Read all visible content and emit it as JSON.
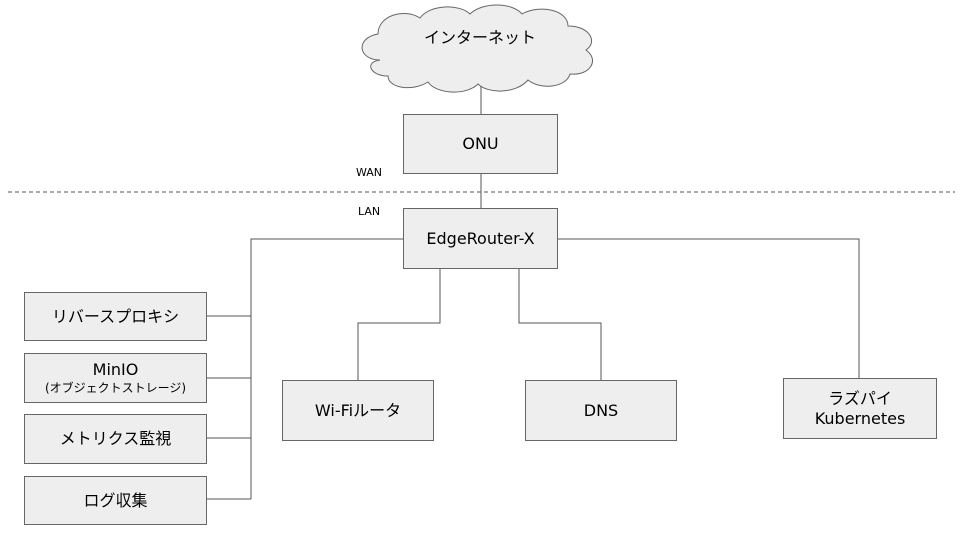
{
  "internet": {
    "label": "インターネット"
  },
  "onu": {
    "label": "ONU"
  },
  "zones": {
    "wan": "WAN",
    "lan": "LAN"
  },
  "router": {
    "label": "EdgeRouter-X"
  },
  "left_services": [
    {
      "label": "リバースプロキシ",
      "sub": ""
    },
    {
      "label": "MinIO",
      "sub": "(オブジェクトストレージ)"
    },
    {
      "label": "メトリクス監視",
      "sub": ""
    },
    {
      "label": "ログ収集",
      "sub": ""
    }
  ],
  "wifi": {
    "label": "Wi-Fiルータ"
  },
  "dns": {
    "label": "DNS"
  },
  "raspi": {
    "line1": "ラズパイ",
    "line2": "Kubernetes"
  },
  "colors": {
    "box_fill": "#eeeeee",
    "box_border": "#666666",
    "line": "#555555"
  }
}
